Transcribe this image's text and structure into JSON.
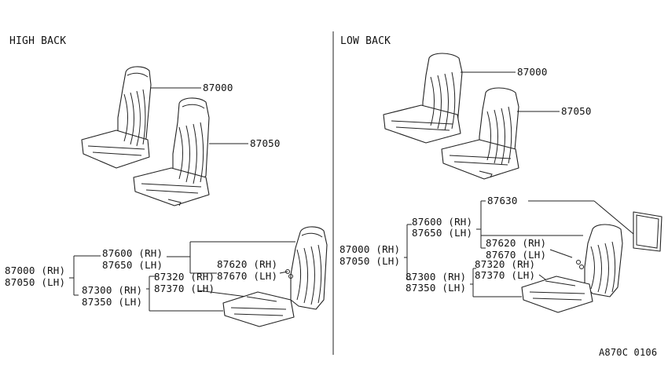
{
  "left": {
    "title": "HIGH BACK",
    "callouts": {
      "seat_rh": "87000",
      "seat_lh": "87050"
    },
    "breakdown": {
      "assy_rh": "87000 (RH)",
      "assy_lh": "87050 (LH)",
      "back_rh": "87600 (RH)",
      "back_lh": "87650 (LH)",
      "back_trim_rh": "87620 (RH)",
      "back_trim_lh": "87670 (LH)",
      "cushion_rh": "87300 (RH)",
      "cushion_lh": "87350 (LH)",
      "cushion_trim_rh": "87320 (RH)",
      "cushion_trim_lh": "87370 (LH)"
    }
  },
  "right": {
    "title": "LOW BACK",
    "callouts": {
      "seat_rh": "87000",
      "seat_lh": "87050"
    },
    "breakdown": {
      "assy_rh": "87000 (RH)",
      "assy_lh": "87050 (LH)",
      "headrest": "87630",
      "back_rh": "87600 (RH)",
      "back_lh": "87650 (LH)",
      "back_trim_rh": "87620 (RH)",
      "back_trim_lh": "87670 (LH)",
      "cushion_rh": "87300 (RH)",
      "cushion_lh": "87350 (LH)",
      "cushion_trim_rh": "87320 (RH)",
      "cushion_trim_lh": "87370 (LH)"
    }
  },
  "footer_code": "A870C 0106"
}
